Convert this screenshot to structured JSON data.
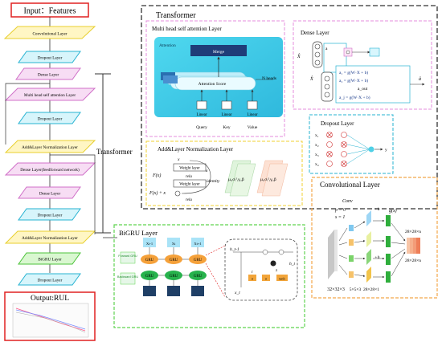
{
  "pipeline": {
    "input": "Input：Features",
    "output": "Output:RUL",
    "transformer_label": "Transformer",
    "layers": [
      "Convolutional Layer",
      "Dropout Layer",
      "Dense Layer",
      "Multi head self attention Layer",
      "Dropout Layer",
      "Add&Layer Normalization Layer",
      "Dense Layer(feedforward network)",
      "Dense Layer",
      "Dropout Layer",
      "Add&Layer Normalization Layer",
      "BiGRU Layer",
      "Dropout Layer"
    ]
  },
  "transformer": {
    "title": "Transformer",
    "attention": {
      "title": "Multi head self attention Layer",
      "inner_title": "Attention",
      "merge": "Merge",
      "score": "Attention Score",
      "heads": "N heads",
      "linears": [
        "Linear",
        "Linear",
        "Linear"
      ],
      "inputs": [
        "Query",
        "Key",
        "Value"
      ]
    },
    "dense": {
      "title": "Dense Layer",
      "x_hat": "X̂",
      "x_hat2": "X̂",
      "a_hat": "â",
      "a_n": "a",
      "eq1": "a₁ = g(W·X + b)",
      "eq2": "a₂ = g(W·X + b)",
      "out": "a_out",
      "eq3": "a_j = g(W·X + b)"
    },
    "dropout": {
      "title": "Dropout Layer",
      "inputs": [
        "x₁",
        "x₂",
        "x₃",
        "x₄"
      ],
      "output": "y"
    },
    "addnorm": {
      "title": "Add&Layer Normalization Layer",
      "x": "x",
      "x2": "x",
      "weight1": "Weight layer",
      "relu1": "relu",
      "weight2": "Weight layer",
      "relu2": "relu",
      "fx": "F(x)",
      "fxx": "F(x) + x",
      "identity": "identity",
      "stats1": "μᵢ,σᵢ²,γᵢ,β",
      "stats2": "μᵢ,σᵢ²,γᵢ,β"
    }
  },
  "bigru": {
    "title": "BiGRU Layer",
    "forward": "Forward GRU",
    "backward": "Backward GRU",
    "inputs": [
      "Xt-1",
      "Xt",
      "Xt+1"
    ],
    "gru": "GRU",
    "cell": {
      "h_prev": "h_t-1",
      "h": "h_t",
      "r": "r",
      "z": "z",
      "tanh": "tanh",
      "sigma": "σ",
      "x": "x_t"
    }
  },
  "conv": {
    "title": "Convolutional Layer",
    "conv": "Conv",
    "p": "p = 0",
    "s": "s = 1",
    "h": "+h",
    "g": "g(x)",
    "in_size": "32×32×3",
    "k_size": "5×5×3",
    "mid_size": "28×28×1",
    "out_size": "28×28×n",
    "out_size2": "28×28×n"
  },
  "colors": {
    "red": "#e02020",
    "pink": "#e68cdc",
    "cyan": "#27b3d2",
    "yellow": "#f2d130",
    "green": "#5fd34f",
    "orange": "#f2a74a",
    "gray": "#444444",
    "teal": "#4fd0e6",
    "navy": "#1f3c78"
  }
}
